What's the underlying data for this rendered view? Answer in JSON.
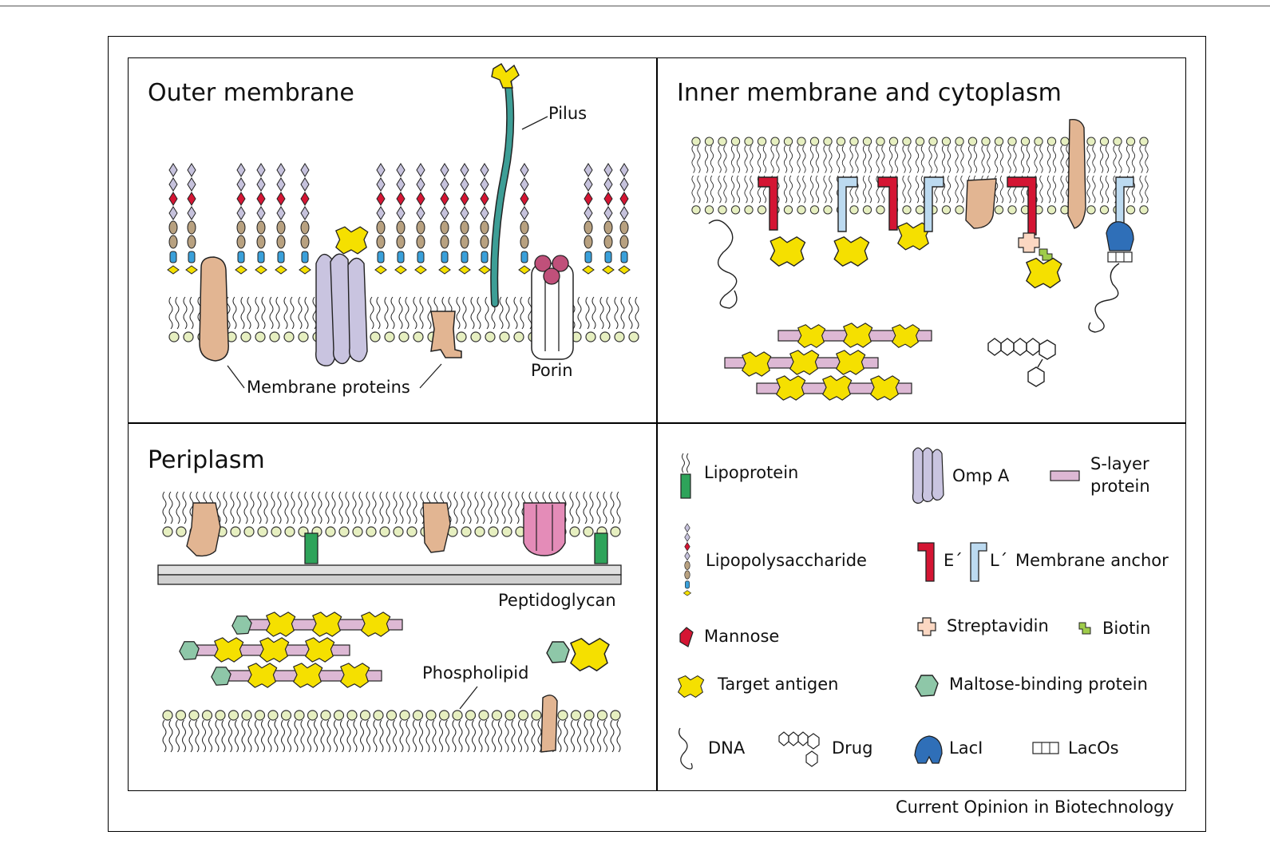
{
  "panels": {
    "outer": {
      "title": "Outer membrane",
      "labels": {
        "pilus": "Pilus",
        "membrane_proteins": "Membrane proteins",
        "porin": "Porin"
      }
    },
    "inner": {
      "title": "Inner membrane and cytoplasm"
    },
    "periplasm": {
      "title": "Periplasm",
      "labels": {
        "peptidoglycan": "Peptidoglycan",
        "phospholipid": "Phospholipid"
      }
    }
  },
  "legend": {
    "lipoprotein": "Lipoprotein",
    "ompa": "Omp A",
    "slayer_1": "S-layer",
    "slayer_2": "protein",
    "lps": "Lipopolysaccharide",
    "e_prime": "E´",
    "l_prime": "L´",
    "membrane_anchor": "Membrane anchor",
    "mannose": "Mannose",
    "streptavidin": "Streptavidin",
    "biotin": "Biotin",
    "target_antigen": "Target antigen",
    "mbp": "Maltose-binding protein",
    "dna": "DNA",
    "drug": "Drug",
    "laci": "LacI",
    "lacos": "LacOs"
  },
  "credit": "Current Opinion in Biotechnology",
  "colors": {
    "lipid_head": "#e6efc0",
    "antigen": "#f5e000",
    "protein": "#e2b592",
    "ompa": "#c9c4e0",
    "pilus": "#3d9e96",
    "slayer": "#ddb8d4",
    "anchor_e": "#d41533",
    "anchor_l": "#bcdaf0",
    "lps_sugar": "#c6c2dc",
    "lps_core": "#b8a180",
    "lps_lipid": "#3aa0da",
    "mannose": "#d41533",
    "lipoprotein": "#2ea35a",
    "mbp": "#8ec7a8",
    "laci": "#2f6fb8",
    "porin_dot": "#c0507a",
    "porin_pink": "#e48cb8"
  }
}
